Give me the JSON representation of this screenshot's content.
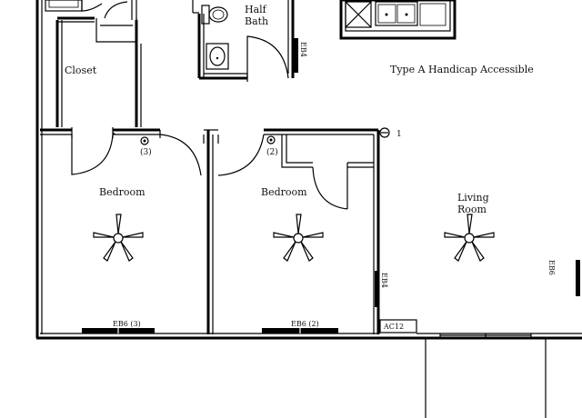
{
  "rooms": {
    "closet": "Closet",
    "half_bath_line1": "Half",
    "half_bath_line2": "Bath",
    "bedroom_left": "Bedroom",
    "bedroom_right": "Bedroom",
    "living_line1": "Living",
    "living_line2": "Room"
  },
  "plan_note": "Type A Handicap Accessible",
  "markers": {
    "smoke_left": "(3)",
    "smoke_right": "(2)",
    "smoke_living": "1"
  },
  "heaters": {
    "left": "EB6 (3)",
    "right": "EB6 (2)",
    "ac": "AC12",
    "wall_bath": "EB4",
    "wall_bedroom": "EB4",
    "wall_living": "EB6"
  },
  "colors": {
    "ink": "#000000",
    "paper": "#ffffff"
  }
}
